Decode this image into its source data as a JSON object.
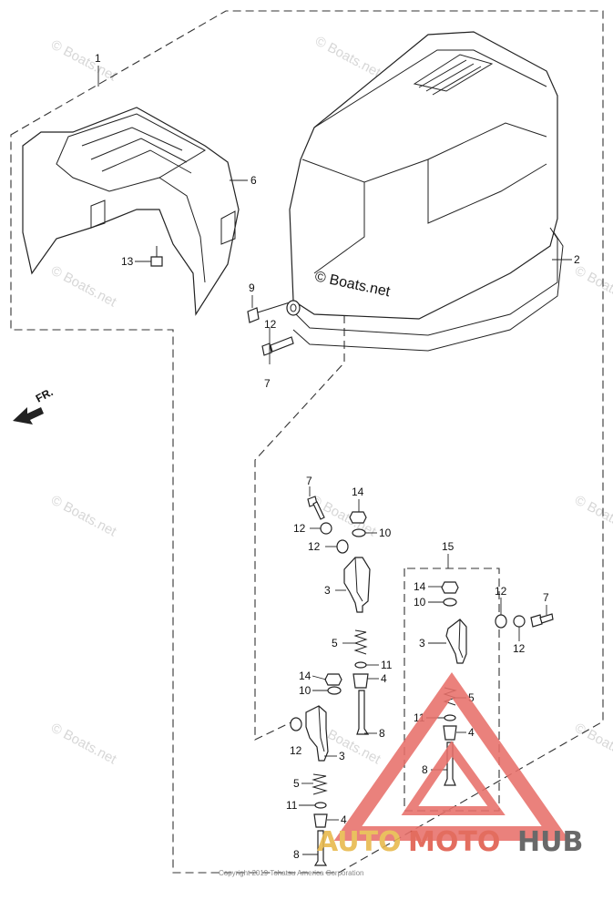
{
  "diagram": {
    "copyright": "Copyright 2019 Tohatsu America Corporation",
    "brand_mark": "© Boats.net",
    "watermark": "© Boats.net",
    "front_label": "FR.",
    "group_label": "15",
    "callouts": {
      "c1": "1",
      "c2": "2",
      "c6": "6",
      "c13": "13",
      "c9": "9",
      "c12a": "12",
      "c7a": "7",
      "c7b": "7",
      "c12b": "12",
      "c14a": "14",
      "c10a": "10",
      "c12c": "12",
      "c3a": "3",
      "c5a": "5",
      "c11a": "11",
      "c4a": "4",
      "c14b": "14",
      "c10b": "10",
      "c8a": "8",
      "c12d": "12",
      "c3b": "3",
      "c5b": "5",
      "c11b": "11",
      "c4b": "4",
      "c8b": "8",
      "c14c": "14",
      "c10c": "10",
      "c3c": "3",
      "c5c": "5",
      "c11c": "11",
      "c4c": "4",
      "c8c": "8",
      "c12e": "12",
      "c7c": "7",
      "c12f": "12"
    }
  },
  "logo": {
    "part1": "AUTO",
    "part2": "MOTO",
    "part3": "HUB",
    "colors": {
      "auto": "#e8b84a",
      "moto": "#e05a4a",
      "hub": "#555555",
      "triangle": "#e8706a"
    }
  }
}
